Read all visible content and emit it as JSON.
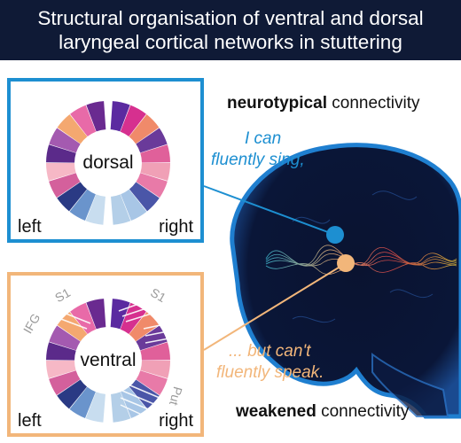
{
  "title": {
    "line1": "Structural organisation of ventral and dorsal",
    "line2": "laryngeal cortical networks in stuttering"
  },
  "panels": {
    "dorsal": {
      "ring_label": "dorsal",
      "left_label": "left",
      "right_label": "right",
      "border_color": "#1d8fd1"
    },
    "ventral": {
      "ring_label": "ventral",
      "left_label": "left",
      "right_label": "right",
      "border_color": "#f2b67a",
      "region_labels": {
        "s1_left": "S1",
        "ifg": "IFG",
        "s1_right": "S1",
        "put": "Put"
      }
    }
  },
  "neurotypical": {
    "bold": "neurotypical",
    "rest": " connectivity",
    "quote_line1": "I can",
    "quote_line2": "fluently sing,",
    "color": "#1d8fd1"
  },
  "weakened": {
    "bold": "weakened",
    "rest": " connectivity",
    "quote_line1": "... but can't",
    "quote_line2": "fluently speak.",
    "color": "#f2b67a"
  },
  "colors": {
    "title_bg": "#0f1a36",
    "brain": "#0a1330",
    "brain_outline": "#1f7fd0",
    "dot_blue": "#1d8fd1",
    "dot_orange": "#f2b67a"
  },
  "ring_segments": {
    "right": [
      "#5b2aa0",
      "#d6308f",
      "#f08a6a",
      "#6a3a9a",
      "#e0609a",
      "#f0a0b6",
      "#e87aa8",
      "#4a56a8",
      "#a8c6e6",
      "#b4cfe8"
    ],
    "left": [
      "#6a2a90",
      "#e86aa8",
      "#f4a870",
      "#a45ab0",
      "#5b2a8a",
      "#f6b8c6",
      "#d4609c",
      "#2a3a84",
      "#6a94cc",
      "#c8ddef"
    ]
  }
}
